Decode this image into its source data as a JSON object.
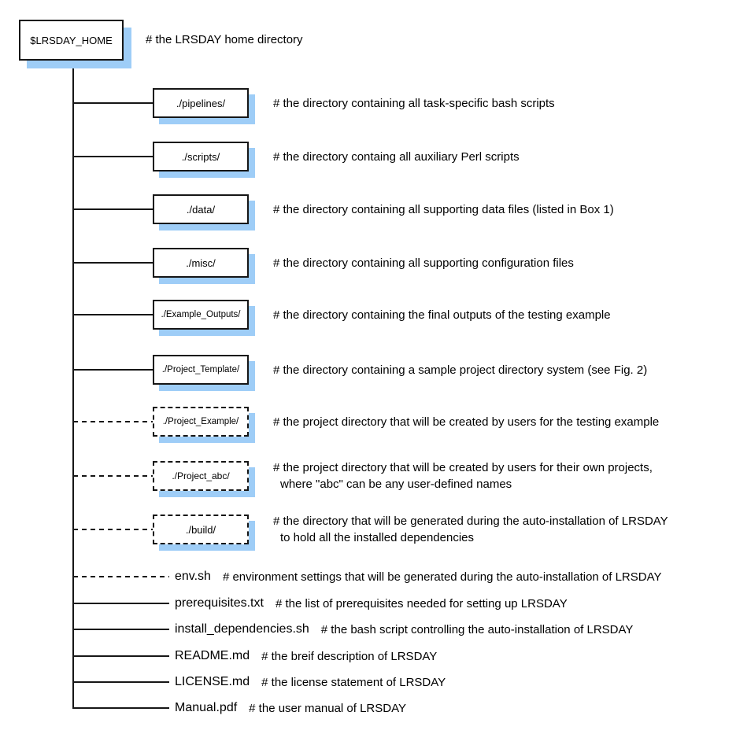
{
  "colors": {
    "line": "#161616",
    "shadow": "#9ecdf7",
    "text": "#000000",
    "bg": "#ffffff"
  },
  "root": {
    "label": "$LRSDAY_HOME",
    "comment": "# the LRSDAY home directory"
  },
  "rows": [
    {
      "type": "box",
      "style": "solid",
      "label": "./pipelines/",
      "comment": "# the directory containing all task-specific bash scripts"
    },
    {
      "type": "box",
      "style": "solid",
      "label": "./scripts/",
      "comment": "# the directory containg all auxiliary Perl scripts"
    },
    {
      "type": "box",
      "style": "solid",
      "label": "./data/",
      "comment": "# the directory containing all supporting data files (listed in Box 1)"
    },
    {
      "type": "box",
      "style": "solid",
      "label": "./misc/",
      "comment": "# the directory containing all supporting configuration files"
    },
    {
      "type": "box",
      "style": "solid",
      "label": "./Example_Outputs/",
      "comment": "# the directory containing the final outputs of the testing example"
    },
    {
      "type": "box",
      "style": "solid",
      "label": "./Project_Template/",
      "comment": "# the directory containing a sample project directory system (see Fig. 2)"
    },
    {
      "type": "box",
      "style": "dashed",
      "label": "./Project_Example/",
      "comment": "# the project directory that will be created by users for the testing example"
    },
    {
      "type": "box",
      "style": "dashed",
      "label": "./Project_abc/",
      "comment": "# the project directory that will be created by users for their own projects,",
      "comment2": "where \"abc\" can be any user-defined names"
    },
    {
      "type": "box",
      "style": "dashed",
      "label": "./build/",
      "comment": "# the directory that will be generated during the auto-installation of LRSDAY",
      "comment2": "to hold all the installed dependencies"
    },
    {
      "type": "file",
      "style": "dashed",
      "label": "env.sh",
      "comment": "# environment settings that will be generated during the auto-installation of LRSDAY"
    },
    {
      "type": "file",
      "style": "solid",
      "label": "prerequisites.txt",
      "comment": "# the list of prerequisites needed for setting up LRSDAY"
    },
    {
      "type": "file",
      "style": "solid",
      "label": "install_dependencies.sh",
      "comment": "# the bash script controlling the auto-installation of LRSDAY"
    },
    {
      "type": "file",
      "style": "solid",
      "label": "README.md",
      "comment": "# the breif description of LRSDAY"
    },
    {
      "type": "file",
      "style": "solid",
      "label": "LICENSE.md",
      "comment": "# the license statement of LRSDAY"
    },
    {
      "type": "file",
      "style": "solid",
      "label": "Manual.pdf",
      "comment": "# the user manual of LRSDAY"
    }
  ]
}
